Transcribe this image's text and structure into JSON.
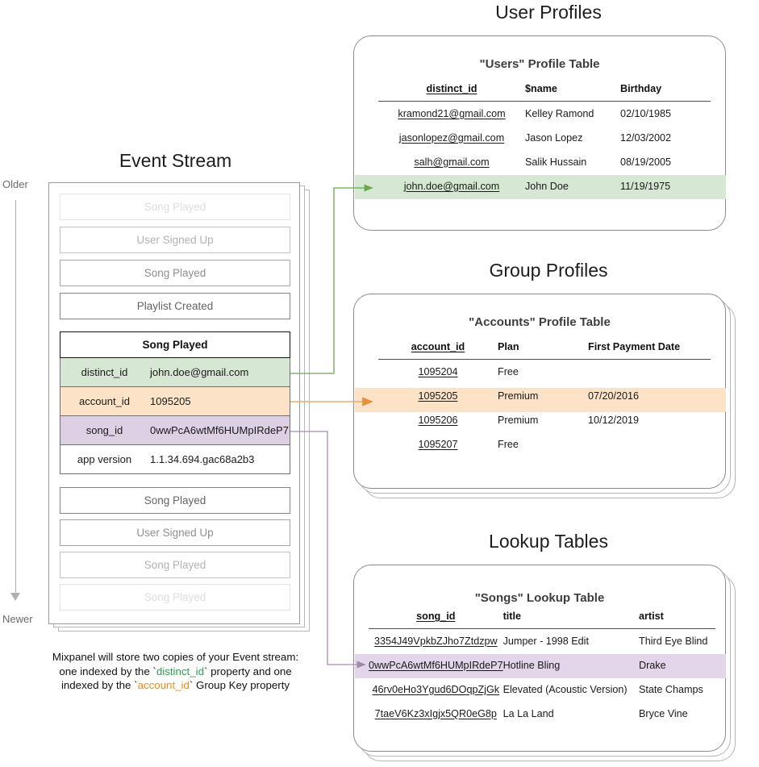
{
  "sections": {
    "event_stream": {
      "title": "Event Stream",
      "axis_older": "Older",
      "axis_newer": "Newer",
      "caption_line1": "Mixpanel will store two copies of your Event stream:",
      "caption_line2_a": "one indexed by the `",
      "caption_line2_token": "distinct_id",
      "caption_line2_b": "` property and one",
      "caption_line3_a": "indexed by the `",
      "caption_line3_token": "account_id",
      "caption_line3_b": "` Group Key property",
      "events_above": [
        {
          "label": "Song Played",
          "fade": "f1"
        },
        {
          "label": "User Signed Up",
          "fade": "f2"
        },
        {
          "label": "Song Played",
          "fade": "f3"
        },
        {
          "label": "Playlist Created",
          "fade": "f4"
        }
      ],
      "selected_event": {
        "name": "Song Played",
        "properties": [
          {
            "key": "distinct_id",
            "value": "john.doe@gmail.com",
            "tone": "green"
          },
          {
            "key": "account_id",
            "value": "1095205",
            "tone": "orange"
          },
          {
            "key": "song_id",
            "value": "0wwPcA6wtMf6HUMpIRdeP7",
            "tone": "purple"
          },
          {
            "key": "app version",
            "value": "1.1.34.694.gac68a2b3",
            "tone": "plain"
          }
        ]
      },
      "events_below": [
        {
          "label": "Song Played",
          "fade": "f4"
        },
        {
          "label": "User Signed Up",
          "fade": "f3"
        },
        {
          "label": "Song Played",
          "fade": "f2"
        },
        {
          "label": "Song Played",
          "fade": "f1"
        }
      ]
    },
    "user_profiles": {
      "title": "User Profiles",
      "table_title": "\"Users\" Profile Table",
      "columns": [
        "distinct_id",
        "$name",
        "Birthday"
      ],
      "rows": [
        {
          "cells": [
            "kramond21@gmail.com",
            "Kelley Ramond",
            "02/10/1985"
          ],
          "highlight": ""
        },
        {
          "cells": [
            "jasonlopez@gmail.com",
            "Jason Lopez",
            "12/03/2002"
          ],
          "highlight": ""
        },
        {
          "cells": [
            "salh@gmail.com",
            "Salik Hussain",
            "08/19/2005"
          ],
          "highlight": ""
        },
        {
          "cells": [
            "john.doe@gmail.com",
            "John Doe",
            "11/19/1975"
          ],
          "highlight": "hl-green"
        }
      ]
    },
    "group_profiles": {
      "title": "Group Profiles",
      "table_title": "\"Accounts\" Profile Table",
      "columns": [
        "account_id",
        "Plan",
        "First Payment Date"
      ],
      "rows": [
        {
          "cells": [
            "1095204",
            "Free",
            ""
          ],
          "highlight": ""
        },
        {
          "cells": [
            "1095205",
            "Premium",
            "07/20/2016"
          ],
          "highlight": "hl-orange"
        },
        {
          "cells": [
            "1095206",
            "Premium",
            "10/12/2019"
          ],
          "highlight": ""
        },
        {
          "cells": [
            "1095207",
            "Free",
            ""
          ],
          "highlight": ""
        }
      ]
    },
    "lookup_tables": {
      "title": "Lookup Tables",
      "table_title": "\"Songs\" Lookup Table",
      "columns": [
        "song_id",
        "title",
        "artist"
      ],
      "rows": [
        {
          "cells": [
            "3354J49VpkbZJho7Ztdzpw",
            "Jumper - 1998 Edit",
            "Third Eye Blind"
          ],
          "highlight": ""
        },
        {
          "cells": [
            "0wwPcA6wtMf6HUMpIRdeP7",
            "Hotline Bling",
            "Drake"
          ],
          "highlight": "hl-purple"
        },
        {
          "cells": [
            "46rv0eHo3Ygud6DOqpZjGk",
            "Elevated (Acoustic Version)",
            "State Champs"
          ],
          "highlight": ""
        },
        {
          "cells": [
            "7taeV6Kz3xIgjx5QR0eG8p",
            "La La Land",
            "Bryce Vine"
          ],
          "highlight": ""
        }
      ]
    }
  },
  "colors": {
    "green": "#6aa84f",
    "orange": "#e69138",
    "purple": "#a48fb5",
    "green_fill": "#d6e8d3",
    "orange_fill": "#fce2c6",
    "purple_fill": "#e3d6ea",
    "border": "#8c8c8c"
  },
  "connectors": [
    {
      "name": "distinct-id-to-users",
      "color": "#6aa84f"
    },
    {
      "name": "account-id-to-accounts",
      "color": "#e69138"
    },
    {
      "name": "song-id-to-songs",
      "color": "#a48fb5"
    }
  ]
}
